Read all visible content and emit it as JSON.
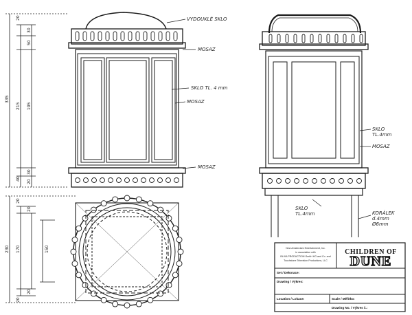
{
  "labels": {
    "front_top": "VYDOUKLÉ SKLO",
    "front_brass1": "MOSAZ",
    "front_glass": "SKLO TL. 4 mm",
    "front_brass2": "MOSAZ",
    "front_brass3": "MOSAZ",
    "side_glass": "SKLO\nTL.4mm",
    "side_brass": "MOSAZ",
    "side_glass2": "SKLO\nTL.4mm",
    "side_frame": "KORÁLEK\nd.4mm\nØ6mm"
  },
  "dimensions": {
    "total": "335",
    "d_top1": "20",
    "d_top2": "30",
    "d_top3": "50",
    "d_body1": "215",
    "d_body2": "195",
    "d_bottom1": "30",
    "d_bottom2": "20",
    "d_bottom3": "40",
    "plan_total": "230",
    "plan_inner": "170",
    "plan_d1": "20",
    "plan_d2": "20",
    "plan_d3": "20",
    "plan_d4": "20",
    "plan_right": "150"
  },
  "title_block": {
    "credit_line1": "New Amsterdam Entertainment, Inc.",
    "credit_line2": "in association with",
    "credit_line3": "BLIXA PRODUCTION GmbH KG and Co. and",
    "credit_line4": "Touchstone Television Productions, LLC",
    "logo_top": "CHILDREN OF",
    "logo_main": "DUNE",
    "set_label": "Set / Dekorace:",
    "drawing_label": "Drawing / Výkres:",
    "location_label": "Location / Lokace:",
    "scale_label": "Scale / Měřítko:",
    "drawing_no_label": "Drawing No. / Výkres č.:"
  },
  "colors": {
    "ink": "#1a1a1a",
    "paper": "#ffffff"
  }
}
